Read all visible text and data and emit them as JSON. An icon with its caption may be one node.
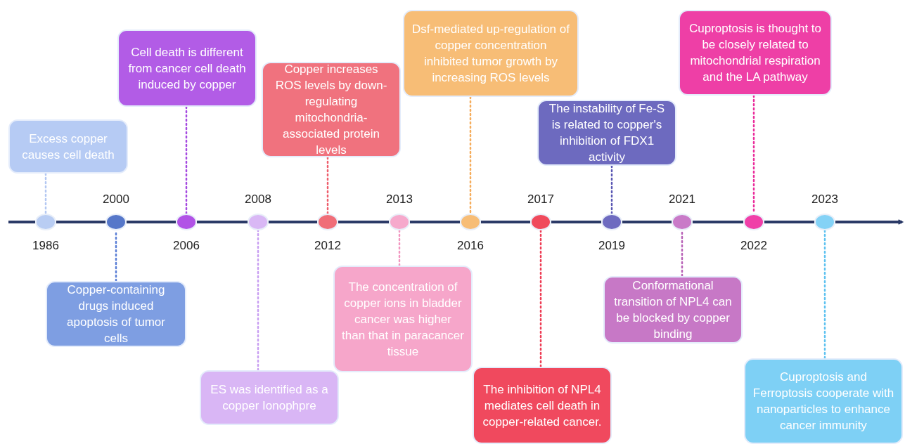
{
  "diagram": {
    "nodes": [
      {
        "text": [],
        "shape": "circle",
        "beside": [
          "1986"
        ]
      },
      {
        "text": [],
        "shape": "circle",
        "beside": [
          "2000"
        ]
      },
      {
        "text": [],
        "shape": "circle",
        "beside": [
          "2006"
        ]
      },
      {
        "text": [],
        "shape": "circle",
        "beside": [
          "2008"
        ]
      },
      {
        "text": [],
        "shape": "circle",
        "beside": [
          "2012"
        ]
      },
      {
        "text": [],
        "shape": "circle",
        "beside": [
          "2013"
        ]
      },
      {
        "text": [],
        "shape": "circle",
        "beside": [
          "2016"
        ]
      },
      {
        "text": [],
        "shape": "circle",
        "beside": [
          "2017"
        ]
      },
      {
        "text": [],
        "shape": "circle",
        "beside": [
          "2019"
        ]
      },
      {
        "text": [],
        "shape": "circle",
        "beside": [
          "2021"
        ]
      },
      {
        "text": [],
        "shape": "circle",
        "beside": [
          "2022"
        ]
      },
      {
        "text": [],
        "shape": "circle",
        "beside": [
          "2023"
        ]
      },
      {
        "text": [
          "Excess copper causes cell death"
        ]
      },
      {
        "text": [
          "Copper-containing drugs induced apoptosis of tumor cells"
        ]
      },
      {
        "text": [
          "Cell death is different from cancer cell death induced by copper"
        ]
      },
      {
        "text": [
          "ES was identified as a copper Ionophpre"
        ]
      },
      {
        "text": [
          "Copper increases ROS levels by down-regulating mitochondria-associated protein levels"
        ]
      },
      {
        "text": [
          "The concentration of copper ions in bladder cancer was higher than that in paracancer tissue"
        ]
      },
      {
        "text": [
          "Dsf-mediated up-regulation of copper concentration inhibited tumor growth by increasing ROS levels"
        ]
      },
      {
        "text": [
          "The inhibition of NPL4 mediates cell death in copper-related cancer."
        ]
      },
      {
        "text": [
          "The instability of Fe-S is related to copper's inhibition of FDX1 activity"
        ]
      },
      {
        "text": [
          "Conformational transition of NPL4 can be blocked by copper binding"
        ]
      },
      {
        "text": [
          "Cuproptosis is thought to be closely related to mitochondrial respiration and the LA pathway"
        ]
      },
      {
        "text": [
          "Cuproptosis and Ferroptosis cooperate with nanoparticles to enhance cancer immunity"
        ]
      }
    ],
    "edges": [
      {
        "from": 12,
        "to": 0,
        "arrow": "none",
        "style": "dashed",
        "color": "#b4c8f2"
      },
      {
        "from": 13,
        "to": 1,
        "arrow": "none",
        "style": "dashed",
        "color": "#5b7fd6"
      },
      {
        "from": 14,
        "to": 2,
        "arrow": "none",
        "style": "dashed",
        "color": "#a64be0"
      },
      {
        "from": 15,
        "to": 3,
        "arrow": "none",
        "style": "dashed",
        "color": "#c9a0f2"
      },
      {
        "from": 16,
        "to": 4,
        "arrow": "none",
        "style": "dashed",
        "color": "#ee5f6d"
      },
      {
        "from": 17,
        "to": 5,
        "arrow": "none",
        "style": "dashed",
        "color": "#f296c0"
      },
      {
        "from": 18,
        "to": 6,
        "arrow": "none",
        "style": "dashed",
        "color": "#f5ad5c"
      },
      {
        "from": 19,
        "to": 7,
        "arrow": "none",
        "style": "dashed",
        "color": "#ee3d55"
      },
      {
        "from": 20,
        "to": 8,
        "arrow": "none",
        "style": "dashed",
        "color": "#5a57b3"
      },
      {
        "from": 21,
        "to": 9,
        "arrow": "none",
        "style": "dashed",
        "color": "#b862b7"
      },
      {
        "from": 22,
        "to": 10,
        "arrow": "none",
        "style": "dashed",
        "color": "#ea2c9b"
      },
      {
        "from": 23,
        "to": 11,
        "arrow": "none",
        "style": "dashed",
        "color": "#5ec2f0"
      },
      {
        "from": 0,
        "to": 1,
        "arrow": "none"
      },
      {
        "from": 1,
        "to": 2,
        "arrow": "none"
      },
      {
        "from": 2,
        "to": 3,
        "arrow": "none"
      },
      {
        "from": 3,
        "to": 4,
        "arrow": "none"
      },
      {
        "from": 4,
        "to": 5,
        "arrow": "none"
      },
      {
        "from": 5,
        "to": 6,
        "arrow": "none"
      },
      {
        "from": 6,
        "to": 7,
        "arrow": "none"
      },
      {
        "from": 7,
        "to": 8,
        "arrow": "none"
      },
      {
        "from": 8,
        "to": 9,
        "arrow": "none"
      },
      {
        "from": 9,
        "to": 10,
        "arrow": "none"
      },
      {
        "from": 10,
        "to": 11,
        "arrow": "none"
      },
      {
        "from": 11,
        "to": null,
        "arrow": "to"
      }
    ]
  }
}
